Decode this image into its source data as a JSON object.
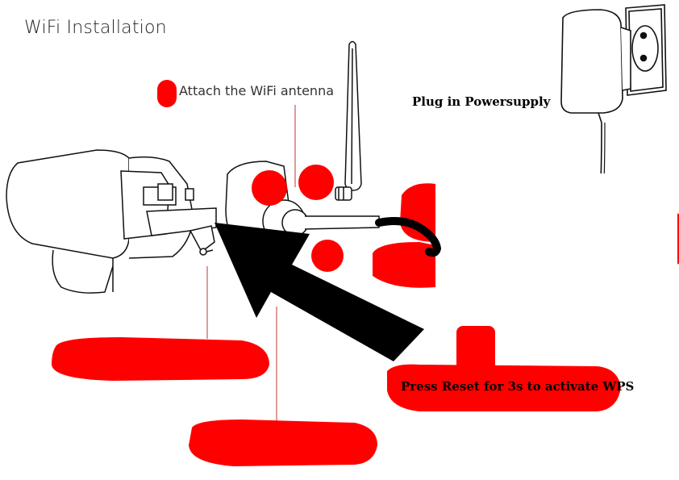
{
  "title": "WiFi Installation",
  "labels": {
    "antenna": "Attach the WiFi antenna",
    "power": "Plug in Powersupply",
    "reset": "Press Reset for 3s to activate WPS"
  },
  "colors": {
    "redaction": "#ff0000",
    "arrow": "#000000",
    "line_art": "#111111",
    "callout_line": "#c0392b"
  },
  "icons": [
    "camera-body",
    "wifi-antenna",
    "power-adapter",
    "wall-socket",
    "arrow-pointer"
  ]
}
